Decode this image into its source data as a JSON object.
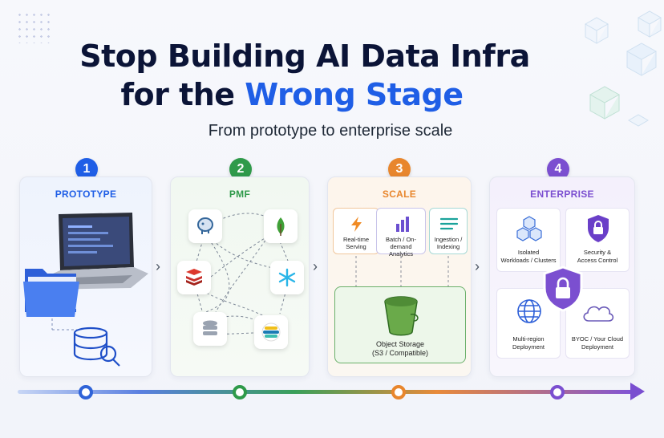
{
  "header": {
    "title_line1": "Stop Building AI Data Infra",
    "title_line2_prefix": "for the ",
    "title_line2_accent": "Wrong Stage",
    "subtitle": "From prototype to enterprise scale"
  },
  "stages": [
    {
      "number": "1",
      "name": "PROTOTYPE",
      "color": "#1f5ee6"
    },
    {
      "number": "2",
      "name": "PMF",
      "color": "#2f9a4a"
    },
    {
      "number": "3",
      "name": "SCALE",
      "color": "#e8862d"
    },
    {
      "number": "4",
      "name": "ENTERPRISE",
      "color": "#7b4fd0"
    }
  ],
  "scale": {
    "services": [
      {
        "label_line1": "Real-time",
        "label_line2": "Serving",
        "icon": "bolt-icon"
      },
      {
        "label_line1": "Batch / On-demand",
        "label_line2": "Analytics",
        "icon": "bar-chart-icon"
      },
      {
        "label_line1": "Ingestion /",
        "label_line2": "Indexing",
        "icon": "list-lines-icon"
      }
    ],
    "storage_line1": "Object Storage",
    "storage_line2": "(S3 / Compatible)"
  },
  "enterprise": {
    "tiles": [
      {
        "label_line1": "Isolated",
        "label_line2": "Workloads / Clusters",
        "icon": "cubes-icon"
      },
      {
        "label_line1": "Security &",
        "label_line2": "Access Control",
        "icon": "shield-lock-icon"
      },
      {
        "label_line1": "Multi-region",
        "label_line2": "Deployment",
        "icon": "globe-icon"
      },
      {
        "label_line1": "BYOC / Your Cloud",
        "label_line2": "Deployment",
        "icon": "cloud-icon"
      }
    ]
  },
  "colors": {
    "navy": "#0b1437",
    "blue": "#1f5ee6",
    "green": "#2f9a4a",
    "orange": "#e8862d",
    "purple": "#7b4fd0"
  }
}
